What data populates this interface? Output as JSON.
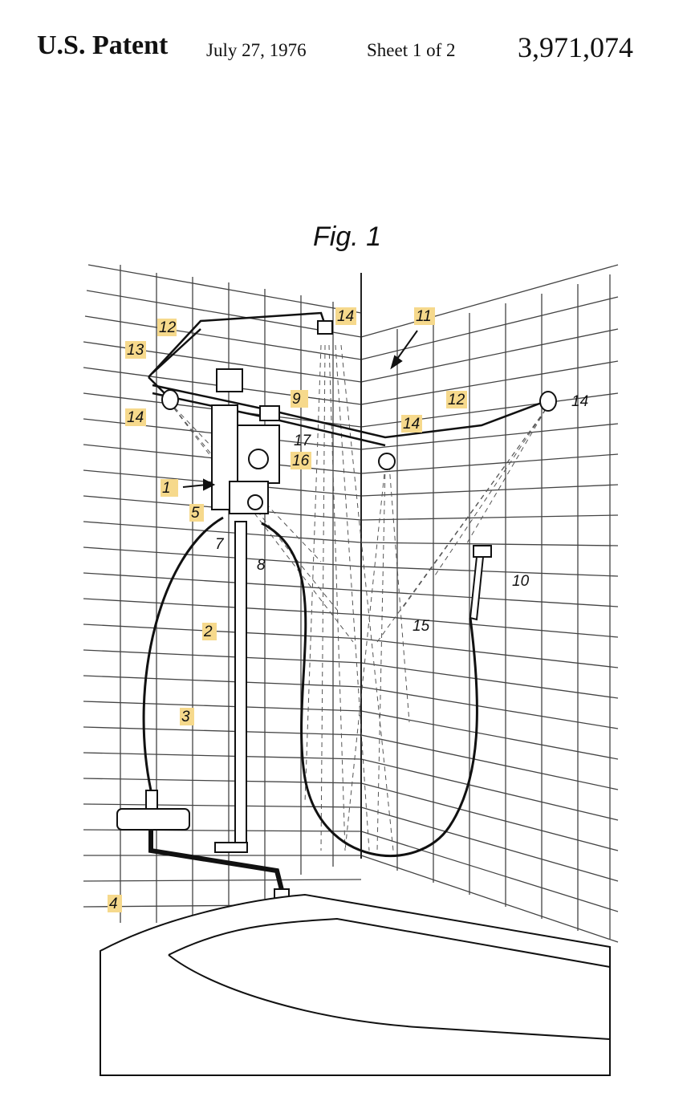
{
  "header": {
    "title": "U.S. Patent",
    "date": "July 27, 1976",
    "sheet": "Sheet 1 of 2",
    "patent_number": "3,971,074"
  },
  "figure": {
    "title": "Fig. 1"
  },
  "labels": {
    "l1": "1",
    "l2": "2",
    "l3": "3",
    "l4": "4",
    "l5": "5",
    "l7": "7",
    "l8": "8",
    "l9": "9",
    "l10": "10",
    "l11": "11",
    "l12a": "12",
    "l12b": "12",
    "l13": "13",
    "l14a": "14",
    "l14b": "14",
    "l14c": "14",
    "l14d": "14",
    "l15": "15",
    "l16": "16",
    "l17": "17"
  },
  "highlight_color": "#f6d98c"
}
